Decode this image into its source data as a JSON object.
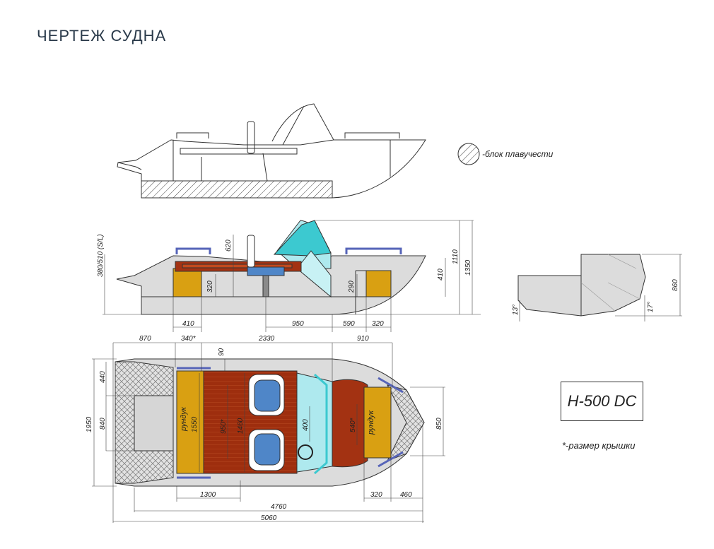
{
  "title": "ЧЕРТЕЖ СУДНА",
  "legend": {
    "float_block": "-блок плавучести"
  },
  "model": "H-500 DC",
  "note": "*-размер крышки",
  "side_view": {
    "dims": {
      "seat_height": "620",
      "side_height": "380/510 (S/L)",
      "seat_block_h": "320",
      "rear_box_h": "290",
      "bow_h": "410",
      "windshield_h": "1110",
      "total_h": "1350",
      "aft_box_w": "410",
      "mid_w": "950",
      "fwd_gap_w": "590",
      "fwd_box_w": "320"
    }
  },
  "end_view": {
    "height": "860",
    "angle_left": "13°",
    "angle_right": "17°"
  },
  "top_view": {
    "dims": {
      "transom_len": "870",
      "lid_len": "340*",
      "cockpit_len": "2330",
      "bow_len": "910",
      "gap_90": "90",
      "beam": "1950",
      "side_440": "440",
      "transom_840": "840",
      "box_1550": "1550",
      "lid_950": "950*",
      "floor_1460": "1460",
      "console_400": "400",
      "lid_540": "540*",
      "bow_850": "850",
      "seat_len": "1300",
      "bow_box_len": "320",
      "bow_tip_len": "460",
      "hull_len": "4760",
      "overall_len": "5060"
    },
    "locker_label": "рундук"
  }
}
